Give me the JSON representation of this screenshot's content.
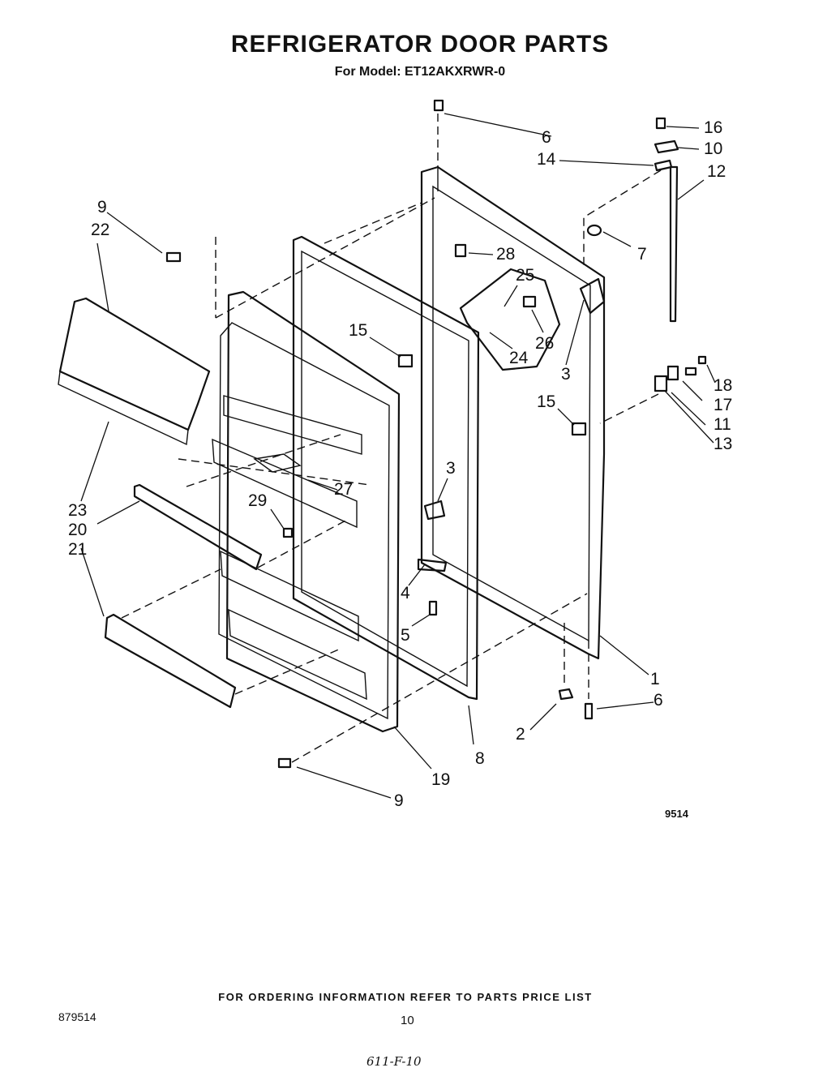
{
  "header": {
    "title": "REFRIGERATOR DOOR PARTS",
    "model": "For Model: ET12AKXRWR-0"
  },
  "diagram": {
    "reference": "9514",
    "callouts": [
      "6",
      "16",
      "10",
      "14",
      "12",
      "9",
      "22",
      "7",
      "28",
      "25",
      "15",
      "26",
      "24",
      "3",
      "15",
      "18",
      "17",
      "11",
      "13",
      "3",
      "23",
      "27",
      "20",
      "29",
      "21",
      "4",
      "5",
      "1",
      "6",
      "2",
      "8",
      "19",
      "9"
    ]
  },
  "footer": {
    "note": "FOR ORDERING INFORMATION REFER TO PARTS PRICE LIST",
    "document_number": "879514",
    "page": "10",
    "handwritten": "611-F-10"
  }
}
